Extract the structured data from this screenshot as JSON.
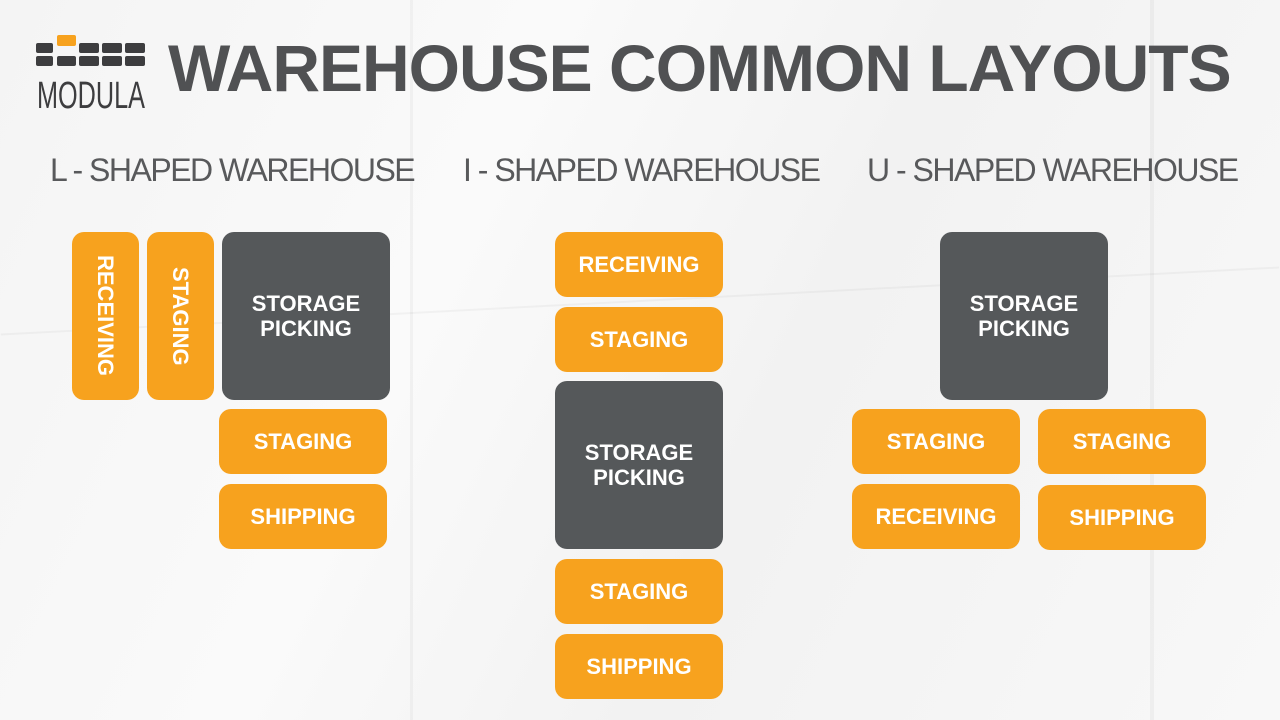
{
  "brand": {
    "name": "MODULA",
    "accent_color": "#f7a21e",
    "dark_color": "#55585a"
  },
  "title": "WAREHOUSE COMMON LAYOUTS",
  "layouts": [
    {
      "heading": "L - SHAPED WAREHOUSE",
      "zones": [
        "RECEIVING",
        "STAGING",
        "STORAGE PICKING",
        "STAGING",
        "SHIPPING"
      ]
    },
    {
      "heading": "I - SHAPED WAREHOUSE",
      "zones": [
        "RECEIVING",
        "STAGING",
        "STORAGE PICKING",
        "STAGING",
        "SHIPPING"
      ]
    },
    {
      "heading": "U - SHAPED WAREHOUSE",
      "zones": [
        "STORAGE PICKING",
        "STAGING",
        "STAGING",
        "RECEIVING",
        "SHIPPING"
      ]
    }
  ]
}
